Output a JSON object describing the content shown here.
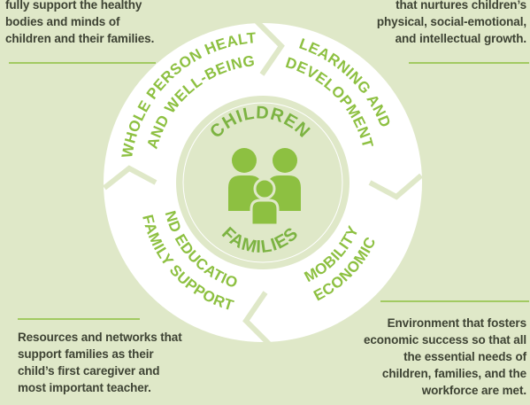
{
  "center": {
    "top_label": "CHILDREN",
    "bottom_label": "FAMILIES",
    "icon": "family-icon"
  },
  "segments": {
    "top_left": {
      "line1": "WHOLE PERSON HEALTH",
      "line2": "AND WELL-BEING"
    },
    "top_right": {
      "line1": "LEARNING AND",
      "line2": "DEVELOPMENT"
    },
    "bottom_left": {
      "line1": "FAMILY SUPPORT",
      "line2": "AND EDUCATION"
    },
    "bottom_right": {
      "line1": "ECONOMIC",
      "line2": "MOBILITY"
    }
  },
  "descriptions": {
    "top_left": [
      "fully support the healthy",
      "bodies and minds of",
      "children and their families."
    ],
    "top_right": [
      "that nurtures children’s",
      "physical, social-emotional,",
      "and intellectual growth."
    ],
    "bottom_left": [
      "Resources and networks that",
      "support families as their",
      "child’s first caregiver and",
      "most important teacher."
    ],
    "bottom_right": [
      "Environment that fosters",
      "economic success so that all",
      "the essential needs of",
      "children, families, and the",
      "workforce are met."
    ]
  },
  "colors": {
    "background": "#dfe8c8",
    "ring_fill": "#ffffff",
    "accent": "#8dc041",
    "text": "#3d4233"
  }
}
